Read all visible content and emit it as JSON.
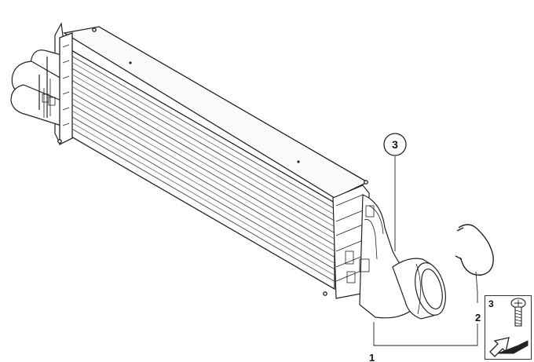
{
  "callouts": {
    "part_1": "1",
    "part_2": "2",
    "part_3": "3"
  },
  "inset": {
    "label": "3",
    "icons": [
      "screw-icon",
      "arrow-icon"
    ]
  },
  "colors": {
    "line": "#222222",
    "fin": "#555555",
    "paper": "#ffffff"
  }
}
